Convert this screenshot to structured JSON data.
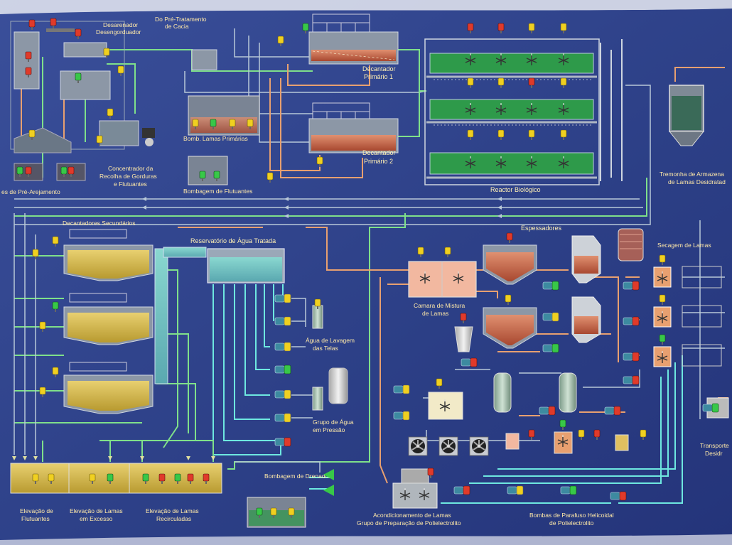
{
  "labels": {
    "desarenador": "Desarenador",
    "desengorduador": "Desengorduador",
    "pre_tratamento_1": "Do Pré-Tratamento",
    "pre_tratamento_2": "de Cacia",
    "decantador_p1_a": "Decantador",
    "decantador_p1_b": "Primário 1",
    "decantador_p2_a": "Decantador",
    "decantador_p2_b": "Primário 2",
    "bomb_lamas_primarias": "Bomb. Lamas Primárias",
    "concentrador_1": "Concentrador da",
    "concentrador_2": "Recolha de Gorduras",
    "concentrador_3": "e Flutuantes",
    "pre_arejamento": "es de Pré-Arejamento",
    "bombagem_flutuantes": "Bombagem de Flutuantes",
    "reactor_biologico": "Reactor Biológico",
    "tremonha_1": "Tremonha de Armazena",
    "tremonha_2": "de Lamas Desidratad",
    "decantadores_secundarios": "Decantadores Secundários",
    "reservatorio": "Reservatório de Água Tratada",
    "espessadores": "Espessadores",
    "secagem": "Secagem de Lamas",
    "camara_1": "Camara de Mistura",
    "camara_2": "de Lamas",
    "agua_lavagem_1": "Água de Lavagem",
    "agua_lavagem_2": "das Telas",
    "grupo_agua_1": "Grupo de Água",
    "grupo_agua_2": "em Pressão",
    "transporte_1": "Transporte",
    "transporte_2": "Desidr",
    "bombagem_drenados": "Bombagem de Drenados",
    "elevacao_flutuantes_1": "Elevação de",
    "elevacao_flutuantes_2": "Flutuantes",
    "elevacao_excesso_1": "Elevação de Lamas",
    "elevacao_excesso_2": "em Excesso",
    "elevacao_recirc_1": "Elevação de Lamas",
    "elevacao_recirc_2": "Recirculadas",
    "acondicionamento_1": "Acondicionamento de Lamas",
    "acondicionamento_2": "Grupo de Preparação de Polielectrolito",
    "bombas_parafuso_1": "Bombas de Parafuso Helicoidal",
    "bombas_parafuso_2": "de Polielectrolito"
  },
  "colors": {
    "background": "#2c3f86",
    "pipe_green": "#7fe08a",
    "pipe_orange": "#e8a070",
    "pipe_cyan": "#6ee8e0",
    "sludge": "#c86a4a",
    "water": "#7cc8c8",
    "bio": "#2e9a4a",
    "motor_red": "#e03a2a",
    "motor_yellow": "#f0d020",
    "motor_green": "#38c848"
  }
}
